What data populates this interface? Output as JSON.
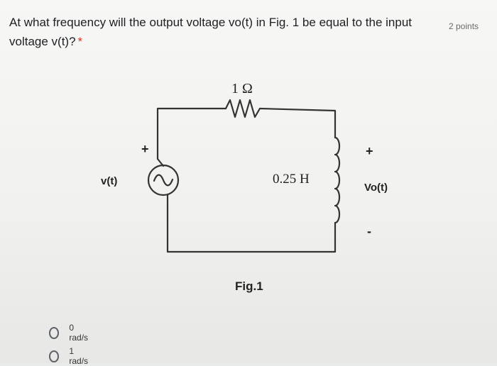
{
  "question": {
    "text": "At what frequency will the output voltage vo(t) in Fig. 1 be equal to the input voltage v(t)?",
    "required_mark": "*",
    "points": "2 points"
  },
  "circuit": {
    "resistor_label": "1 Ω",
    "inductor_label": "0.25 H",
    "source_label": "v(t)",
    "source_plus": "+",
    "output_label": "Vo(t)",
    "output_plus": "+",
    "output_minus": "-",
    "figure_caption": "Fig.1"
  },
  "options": [
    {
      "label": "0 rad/s"
    },
    {
      "label": "1 rad/s"
    }
  ]
}
